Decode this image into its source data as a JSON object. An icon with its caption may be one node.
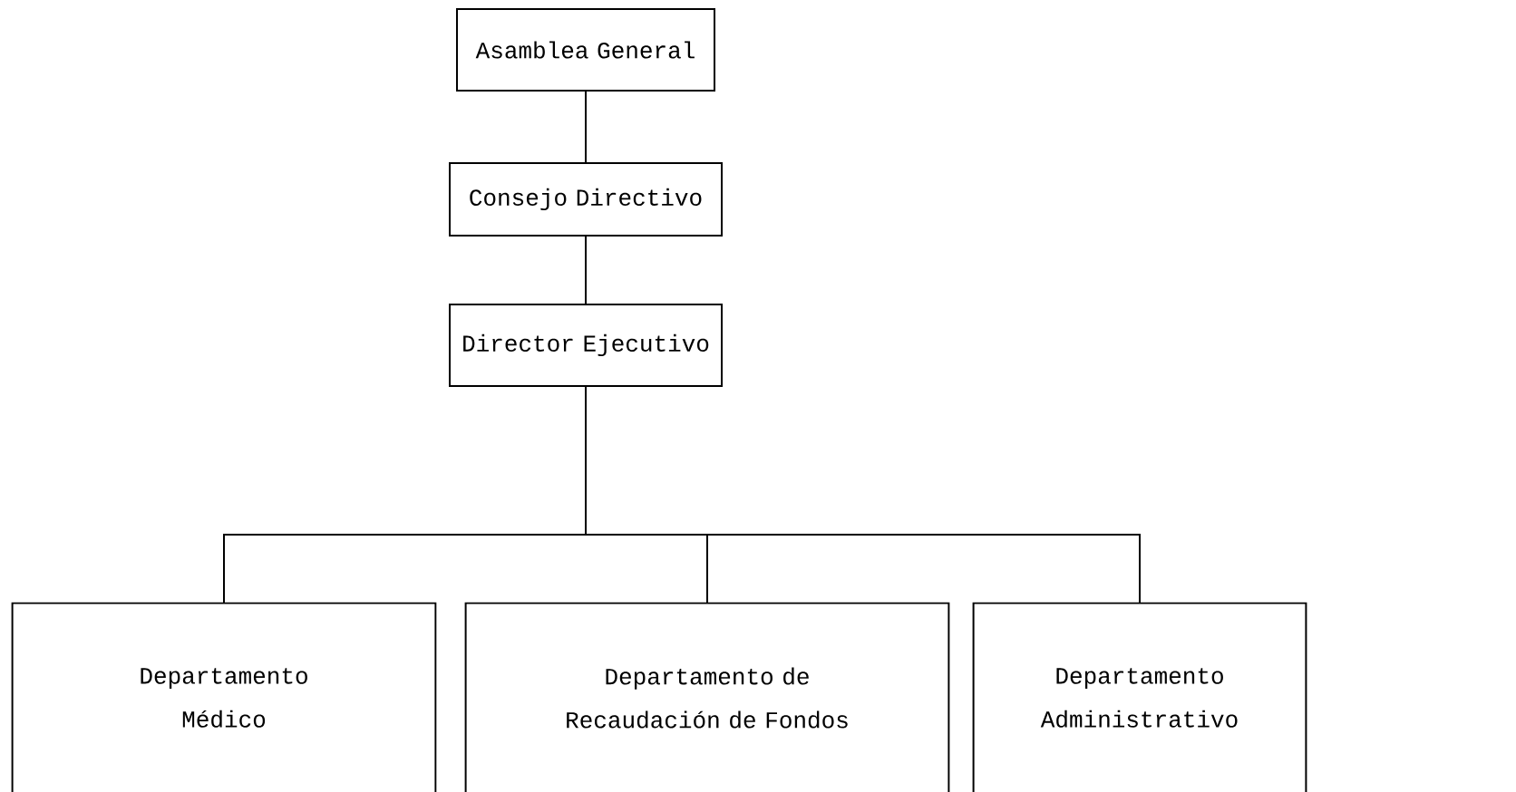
{
  "diagram": {
    "nodes": [
      {
        "text": [
          "Asamblea General"
        ]
      },
      {
        "text": [
          "Consejo Directivo"
        ]
      },
      {
        "text": [
          "Director Ejecutivo"
        ]
      },
      {
        "text": [
          "Departamento Médico"
        ]
      },
      {
        "text": [
          "Departamento de Recaudación de Fondos"
        ]
      },
      {
        "text": [
          "Departamento Administrativo"
        ]
      }
    ],
    "edges": [
      {
        "from": 0,
        "to": 1,
        "arrow": "none"
      },
      {
        "from": 1,
        "to": 2,
        "arrow": "none"
      },
      {
        "from": 2,
        "to": 3,
        "arrow": "none"
      },
      {
        "from": 2,
        "to": 4,
        "arrow": "none"
      },
      {
        "from": 2,
        "to": 5,
        "arrow": "none"
      }
    ]
  }
}
